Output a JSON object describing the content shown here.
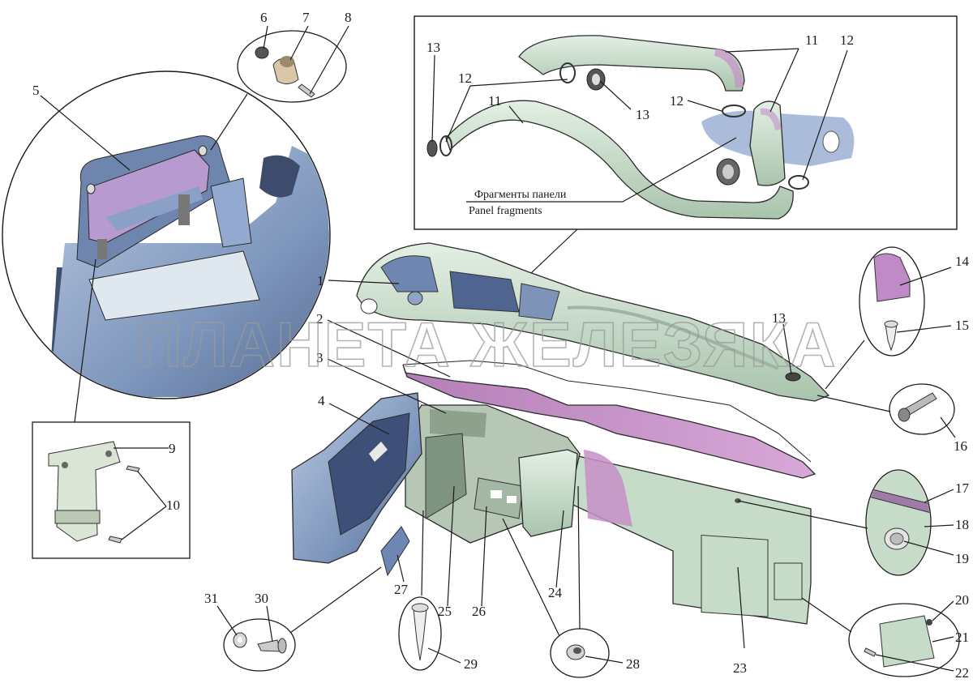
{
  "callouts": [
    "1",
    "2",
    "3",
    "4",
    "5",
    "6",
    "7",
    "8",
    "9",
    "10",
    "11",
    "12",
    "13",
    "14",
    "15",
    "16",
    "17",
    "18",
    "19",
    "20",
    "21",
    "22",
    "23",
    "24",
    "25",
    "26",
    "27",
    "28",
    "29",
    "30",
    "31"
  ],
  "inset_labels": {
    "panel_fragments_ru": "Фрагменты панели",
    "panel_fragments_en": "Panel fragments"
  },
  "watermark": "ПЛАНЕТА ЖЕЛЕЗЯКА",
  "colors": {
    "part_green": "#c9dccb",
    "part_blue": "#7f97bd",
    "part_pink": "#c58fc7",
    "line": "#1a1a1a"
  }
}
